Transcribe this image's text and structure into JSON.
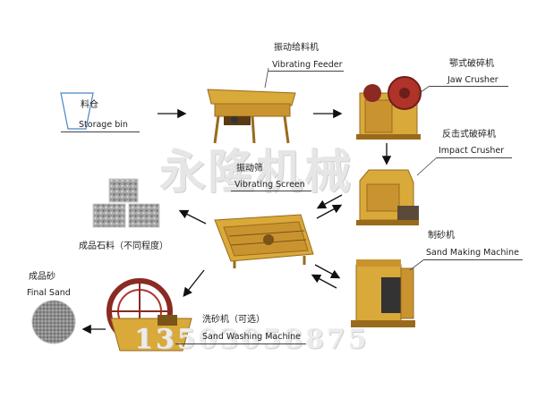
{
  "watermark": {
    "brand": "永隆机械",
    "phone": "13503058875"
  },
  "nodes": {
    "storage_bin": {
      "cn": "料仓",
      "en": "Storage bin"
    },
    "vibrating_feeder": {
      "cn": "振动给料机",
      "en": "Vibrating Feeder"
    },
    "jaw_crusher": {
      "cn": "鄂式破碎机",
      "en": "Jaw Crusher"
    },
    "impact_crusher": {
      "cn": "反击式破碎机",
      "en": "Impact Crusher"
    },
    "vibrating_screen": {
      "cn": "振动筛",
      "en": "Vibrating Screen"
    },
    "finished_stone": {
      "cn": "成品石料（不同程度）"
    },
    "sand_making_machine": {
      "cn": "制砂机",
      "en": "Sand Making Machine"
    },
    "sand_washing_machine": {
      "cn": "洗砂机（可选）",
      "en": "Sand Washing Machine"
    },
    "final_sand": {
      "cn": "成品砂",
      "en": "Final Sand"
    }
  },
  "colors": {
    "machine_yellow": "#d9a93a",
    "machine_dark": "#9a6a1c",
    "motor_red": "#b0332a",
    "stone_gray": "#9a9a9a",
    "arrow": "#111111"
  }
}
